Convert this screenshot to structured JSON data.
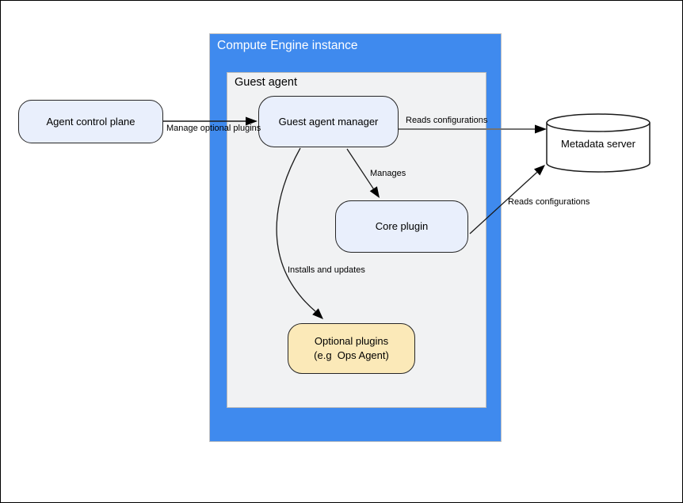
{
  "colors": {
    "container_blue": "#3f8aee",
    "node_blue_fill": "#e9effc",
    "node_yellow_fill": "#fbe9b8",
    "inner_container_gray": "#f1f2f3",
    "node_border": "#262626",
    "gray_edge": "#737373",
    "title_text": "#ffffff"
  },
  "outer_container": {
    "title": "Compute Engine instance"
  },
  "inner_container": {
    "title": "Guest agent"
  },
  "nodes": {
    "agent_control_plane": {
      "label": "Agent control plane",
      "shape": "rounded-rect"
    },
    "guest_agent_manager": {
      "label": "Guest agent manager",
      "shape": "rounded-rect"
    },
    "core_plugin": {
      "label": "Core plugin",
      "shape": "rounded-rect"
    },
    "optional_plugins": {
      "line1": "Optional plugins",
      "line2": "(e.g  Ops Agent)",
      "shape": "rounded-rect"
    },
    "metadata_server": {
      "label": "Metadata server",
      "shape": "cylinder"
    }
  },
  "edges": {
    "manage_optional_plugins": {
      "label": "Manage optional plugins",
      "from": "agent_control_plane",
      "to": "guest_agent_manager"
    },
    "reads_configurations_manager": {
      "label": "Reads configurations",
      "from": "guest_agent_manager",
      "to": "metadata_server"
    },
    "manages": {
      "label": "Manages",
      "from": "guest_agent_manager",
      "to": "core_plugin"
    },
    "installs_and_updates": {
      "label": "Installs and updates",
      "from": "guest_agent_manager",
      "to": "optional_plugins"
    },
    "reads_configurations_core": {
      "label": "Reads configurations",
      "from": "core_plugin",
      "to": "metadata_server"
    }
  }
}
